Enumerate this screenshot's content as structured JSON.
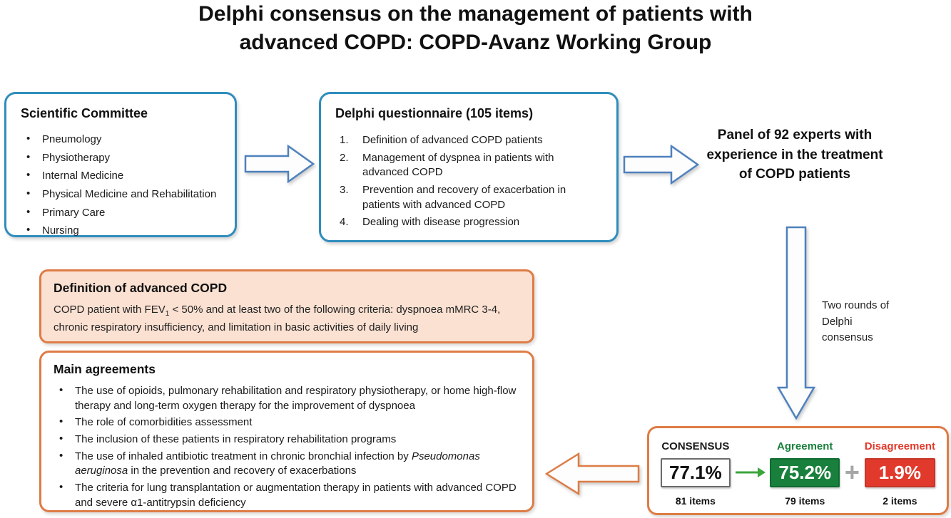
{
  "title": {
    "line1": "Delphi consensus on the management of patients with",
    "line2": "advanced COPD: COPD-Avanz Working Group"
  },
  "committee": {
    "title": "Scientific Committee",
    "items": [
      "Pneumology",
      "Physiotherapy",
      "Internal Medicine",
      "Physical Medicine and Rehabilitation",
      "Primary Care",
      "Nursing"
    ]
  },
  "questionnaire": {
    "title": "Delphi questionnaire (105 items)",
    "items": [
      "Definition of advanced COPD patients",
      "Management of dyspnea in patients with advanced COPD",
      "Prevention and recovery of exacerbation in patients with advanced COPD",
      "Dealing with disease progression"
    ]
  },
  "panel": {
    "text": "Panel of 92 experts with experience in the treatment of COPD patients"
  },
  "rounds": {
    "text": "Two rounds of Delphi consensus"
  },
  "definition": {
    "title": "Definition of advanced COPD",
    "body_prefix": "COPD patient with FEV",
    "body_sub": "1",
    "body_suffix": " < 50% and at least two of the following criteria: dyspnoea mMRC 3-4, chronic respiratory insufficiency, and limitation in basic activities of daily living"
  },
  "agreements": {
    "title": "Main agreements",
    "items": [
      [
        {
          "t": "The use of opioids, pulmonary rehabilitation and respiratory physiotherapy, or home high-flow therapy and long-term oxygen therapy for the improvement of dyspnoea"
        }
      ],
      [
        {
          "t": "The role of comorbidities assessment"
        }
      ],
      [
        {
          "t": "The inclusion of these patients in respiratory rehabilitation programs"
        }
      ],
      [
        {
          "t": "The use of inhaled antibiotic treatment in chronic bronchial infection by "
        },
        {
          "t": "Pseudomonas aeruginosa",
          "i": true
        },
        {
          "t": " in the prevention and recovery of exacerbations"
        }
      ],
      [
        {
          "t": "The criteria for lung transplantation or augmentation therapy in patients with advanced COPD and severe α1-antitrypsin deficiency"
        }
      ]
    ]
  },
  "consensus": {
    "label": "CONSENSUS",
    "value": "77.1%",
    "caption": "81 items",
    "plus": "+",
    "agreement": {
      "label": "Agreement",
      "value": "75.2%",
      "caption": "79 items"
    },
    "disagreement": {
      "label": "Disagreement",
      "value": "1.9%",
      "caption": "2 items"
    }
  },
  "colors": {
    "blue_border": "#2F8DBD",
    "arrow_blue": "#4F81BD",
    "orange_border": "#DE7C45",
    "peach_fill": "#FBE1D2",
    "green": "#18803C",
    "green_arrow": "#3CA43C",
    "red": "#E1392C",
    "plus_gray": "#A6A6A6"
  }
}
